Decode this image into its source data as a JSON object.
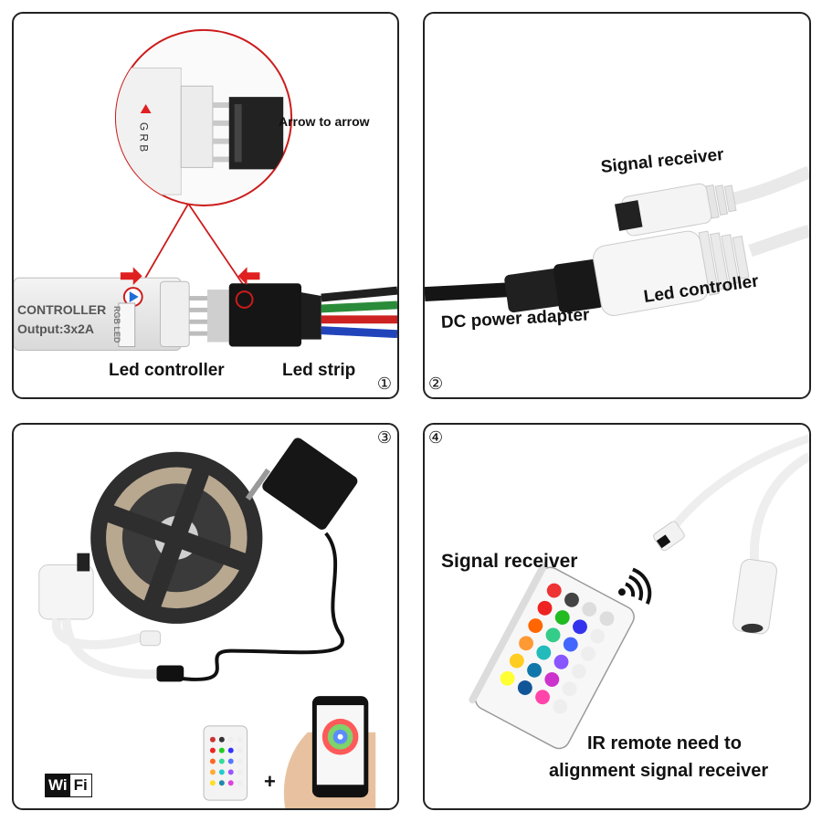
{
  "panels": {
    "p1": {
      "callout": "Arrow to arrow",
      "controller_label": "Led controller",
      "strip_label": "Led strip",
      "device_text": "CONTROLLER",
      "device_output": "Output:3x2A",
      "device_badge": "RGB LED",
      "pin_letters": "G R B",
      "number": "①"
    },
    "p2": {
      "signal_label": "Signal receiver",
      "controller_label": "Led controller",
      "dc_label": "DC power adapter",
      "number": "②"
    },
    "p3": {
      "wifi_w": "Wi",
      "wifi_f": "Fi",
      "plus": "+",
      "number": "③"
    },
    "p4": {
      "signal_label": "Signal receiver",
      "ir_line1": "IR remote need to",
      "ir_line2": "alignment signal receiver",
      "number": "④"
    }
  },
  "colors": {
    "callout_red": "#cc1b1b",
    "cable_black": "#1a1a1a",
    "cable_white": "#f2f2f2"
  }
}
